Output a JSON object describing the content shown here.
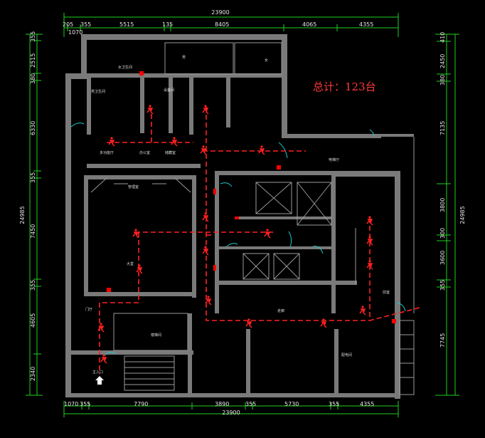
{
  "total_label": "总计：123台",
  "top_overall": "23900",
  "bottom_overall": "23900",
  "left_overall": "24985",
  "right_overall": "24985",
  "top_dims": [
    "205",
    "355",
    "5515",
    "135",
    "8405",
    "4065",
    "4355"
  ],
  "top_sub_dim": "1070",
  "bottom_dims": [
    "1070",
    "355",
    "7790",
    "3890",
    "355",
    "5730",
    "355",
    "4355"
  ],
  "left_dims": [
    "355",
    "2515",
    "380",
    "6330",
    "355",
    "7450",
    "355",
    "4605",
    "2340"
  ],
  "right_dims": [
    "410",
    "2450",
    "380",
    "7135",
    "3800",
    "300",
    "3600",
    "355",
    "7745"
  ],
  "rooms": [
    "女卫生间",
    "男卫生间",
    "男",
    "女",
    "多功能厅",
    "大堂",
    "电梯厅",
    "走廊",
    "设备间",
    "办公室",
    "储藏室",
    "管理室",
    "前室",
    "配电间",
    "楼梯间",
    "门厅",
    "主入口"
  ],
  "colors": {
    "route": "#ff2020",
    "dimension": "#1fd11f",
    "wall": "#7a7a7a",
    "door": "#1ec8c8"
  }
}
